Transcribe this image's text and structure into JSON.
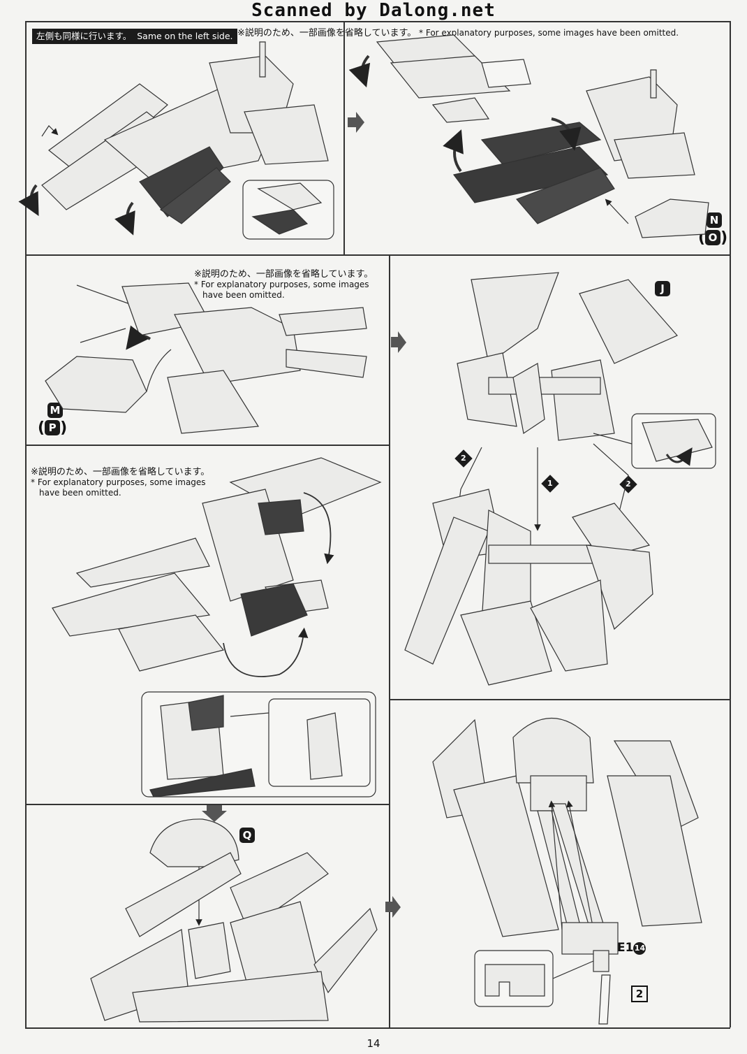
{
  "watermark": "Scanned by Dalong.net",
  "page_number": "14",
  "notes": {
    "left_side_jp": "左側も同様に行います。",
    "left_side_en": "Same on the left side.",
    "omitted_jp": "※説明のため、一部画像を省略しています。",
    "omitted_en_full": "* For explanatory purposes, some images have been omitted.",
    "omitted_en_line1": "* For explanatory purposes, some images",
    "omitted_en_line2": "have been omitted."
  },
  "labels": {
    "N": "N",
    "O": "O",
    "J": "J",
    "M": "M",
    "P": "P",
    "Q": "Q",
    "E1": "E1",
    "E1_num": "14",
    "step1": "1",
    "step2": "2",
    "box2": "2"
  },
  "colors": {
    "line": "#333333",
    "part_fill": "#e9e9e7",
    "dark_part": "#3a3a3a",
    "background": "#f4f4f2"
  }
}
